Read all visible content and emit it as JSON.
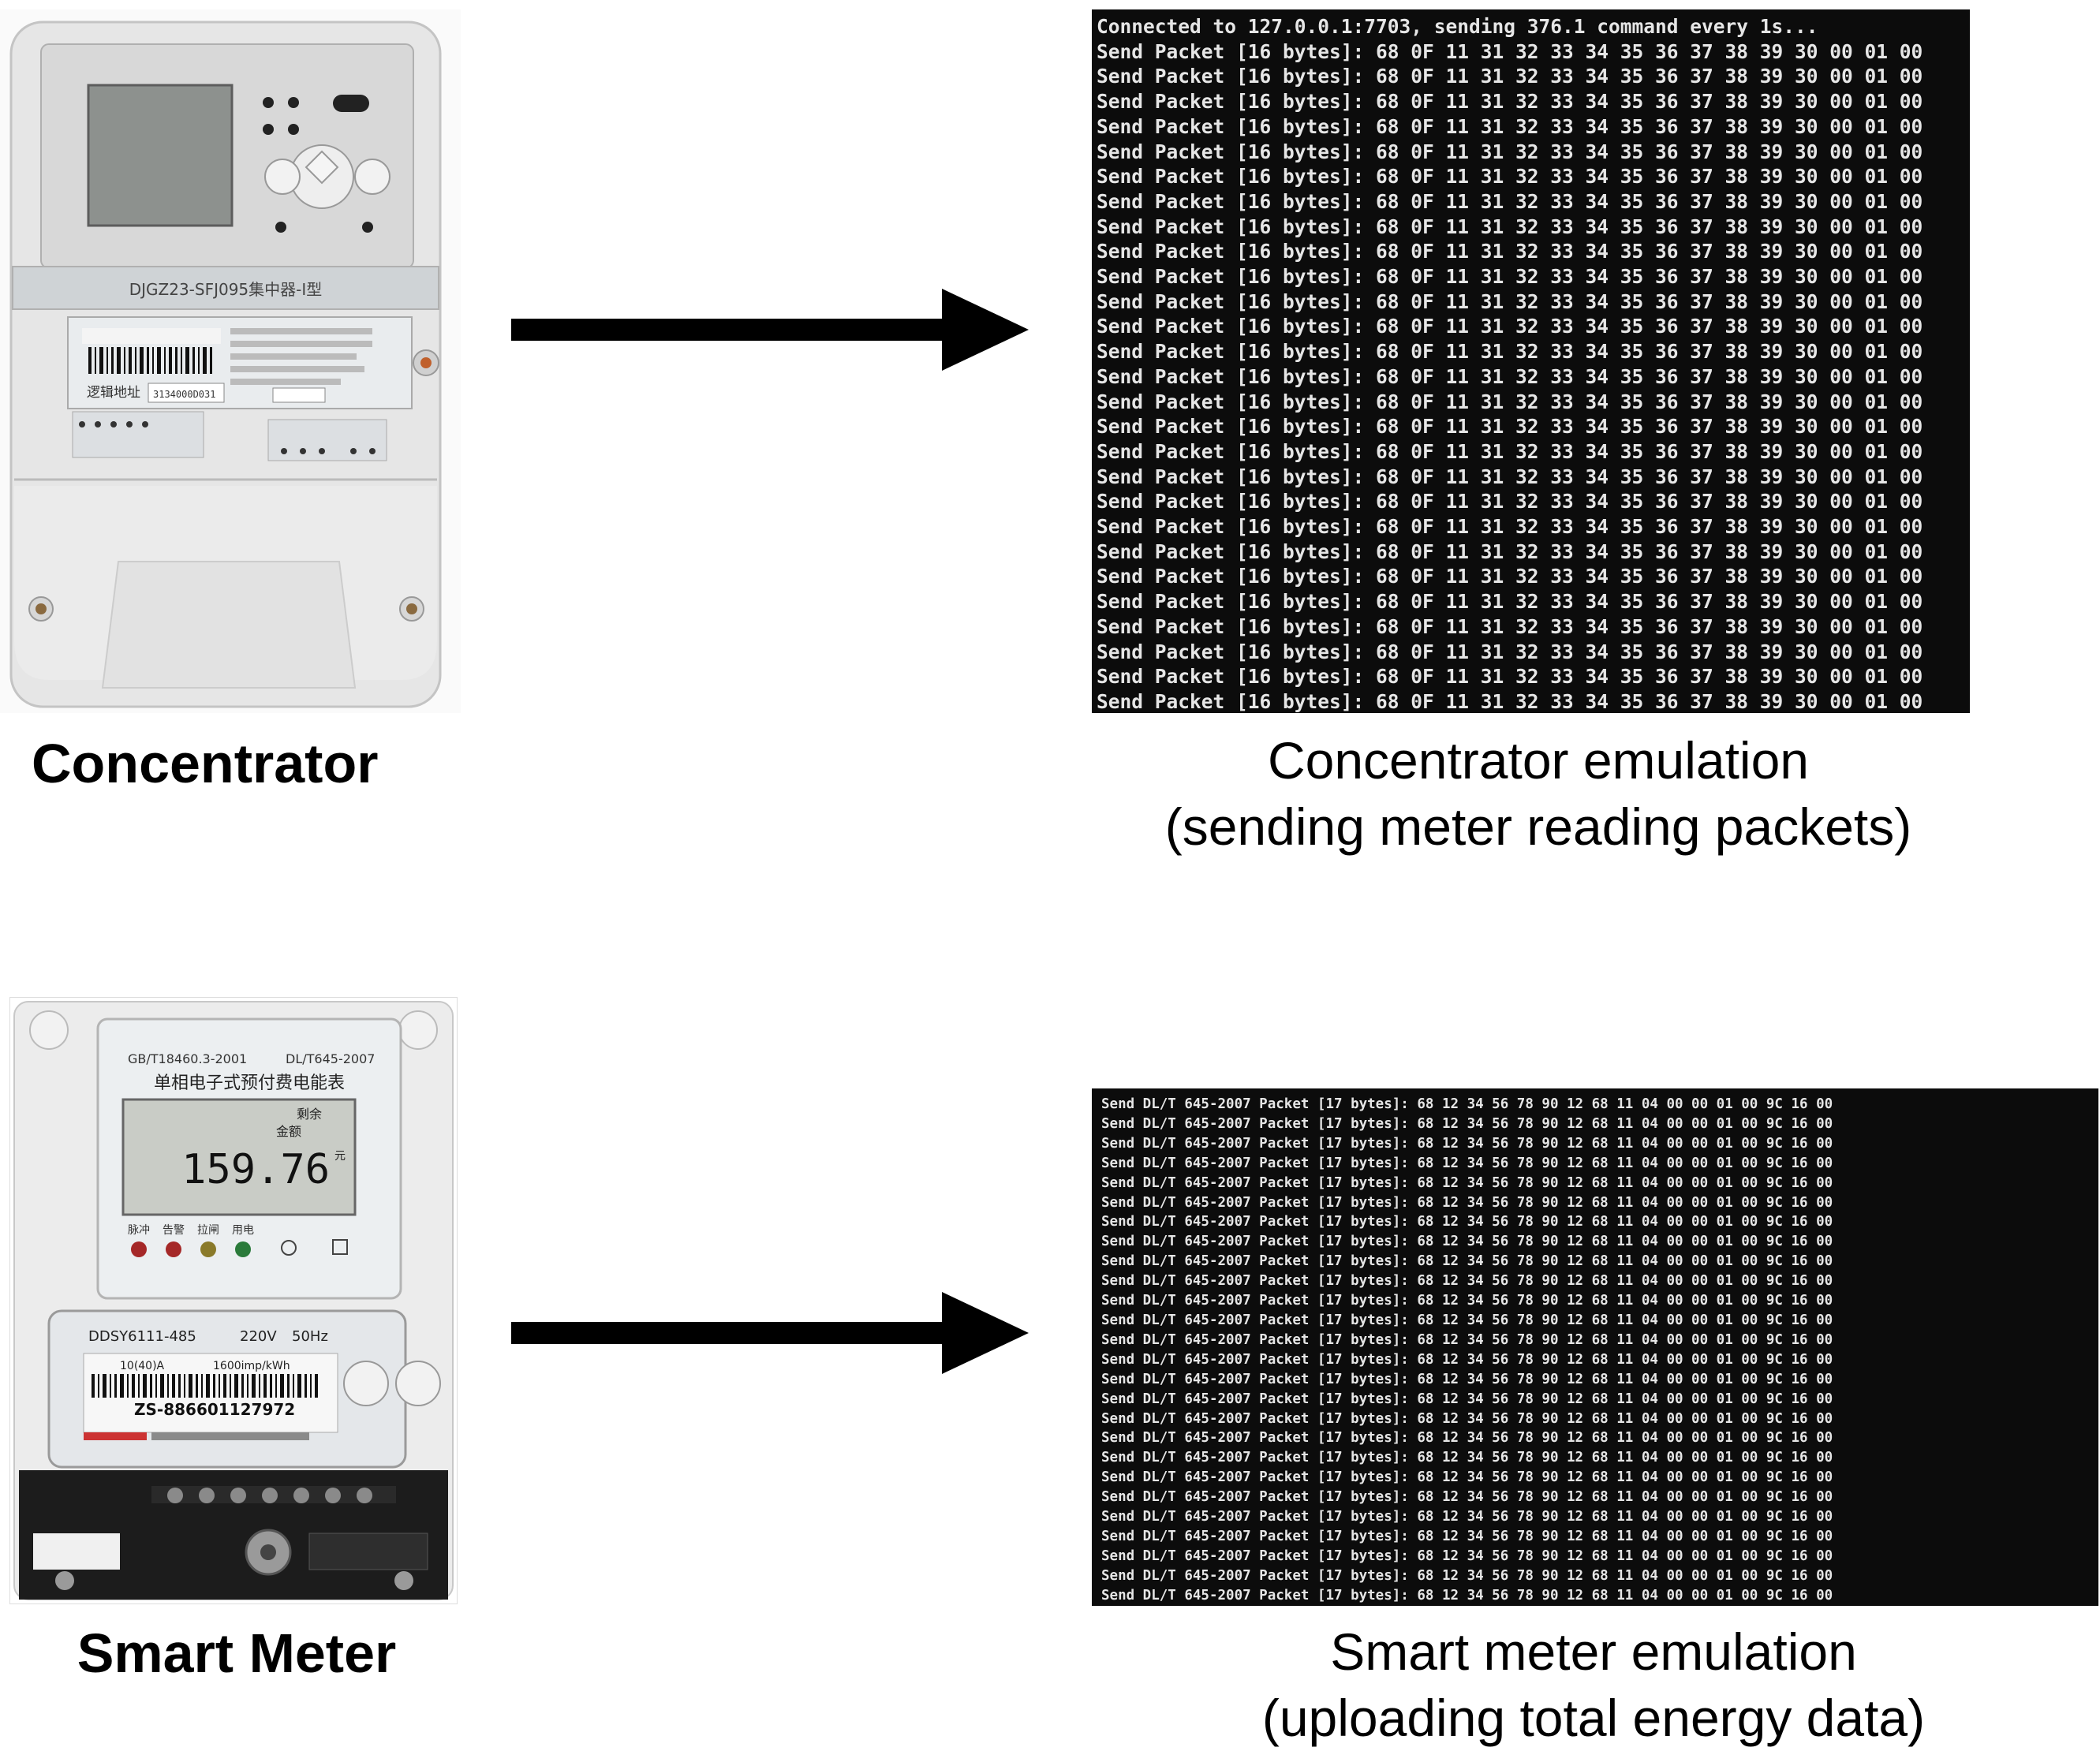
{
  "concentrator": {
    "label": "Concentrator",
    "device_title": "DJGZ23-SFJ095集中器-Ⅰ型",
    "address_label": "逻辑地址",
    "address_value": "3134000D031"
  },
  "smart_meter": {
    "label": "Smart Meter",
    "standard_left": "GB/T18460.3-2001",
    "standard_right": "DL/T645-2007",
    "title": "单相电子式预付费电能表",
    "lcd_line1": "剩余",
    "lcd_line2": "金额",
    "lcd_value": "159.76",
    "lcd_unit": "元",
    "indicators": [
      "脉冲",
      "告警",
      "拉闸",
      "用电"
    ],
    "model": "DDSY6111-485",
    "voltage": "220V",
    "frequency": "50Hz",
    "current": "10(40)A",
    "constant": "1600imp/kWh",
    "serial": "ZS-886601127972"
  },
  "concentrator_emulation": {
    "caption_line1": "Concentrator emulation",
    "caption_line2": "(sending meter reading packets)",
    "header": "Connected to 127.0.0.1:7703, sending 376.1 command every 1s...",
    "line": "Send Packet [16 bytes]: 68 0F 11 31 32 33 34 35 36 37 38 39 30 00 01 00",
    "line_count": 27
  },
  "meter_emulation": {
    "caption_line1": "Smart meter emulation",
    "caption_line2": "(uploading total energy data)",
    "line": "Send DL/T 645-2007 Packet [17 bytes]: 68 12 34 56 78 90 12 68 11 04 00 00 01 00 9C 16 00",
    "line_count": 26
  }
}
